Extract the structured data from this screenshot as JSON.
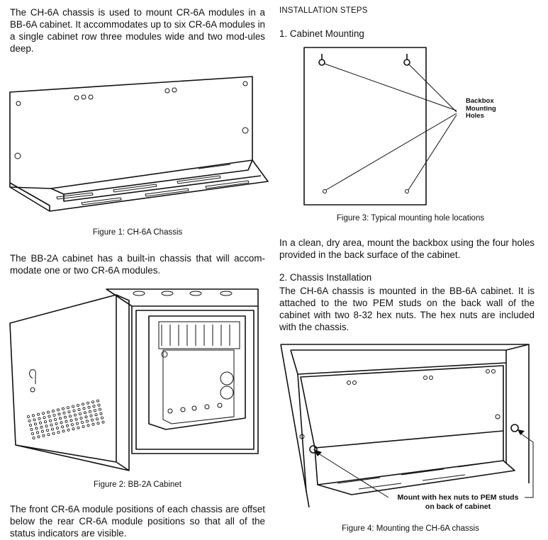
{
  "left": {
    "intro": "The CH-6A chassis is used to mount CR-6A modules in a BB-6A cabinet. It accommodates up to six CR-6A modules in a single cabinet row three modules wide and two mod-ules deep.",
    "figure1_caption": "Figure 1: CH-6A Chassis",
    "bb2a_text": "The BB-2A cabinet has a built-in chassis that will accom-modate one or two CR-6A modules.",
    "figure2_caption": "Figure 2: BB-2A Cabinet",
    "offset_text": "The front CR-6A module positions of each chassis are offset below the rear CR-6A module positions so that all of the status indicators are visible."
  },
  "right": {
    "heading": "INSTALLATION STEPS",
    "step1_title": "1. Cabinet Mounting",
    "figure3_callout": [
      "Backbox",
      "Mounting",
      "Holes"
    ],
    "figure3_caption": "Figure 3: Typical mounting hole locations",
    "step1_text": "In a clean, dry area, mount the backbox using the four holes provided in the back surface of the cabinet.",
    "step2_title": "2. Chassis Installation",
    "step2_text": "The CH-6A chassis is mounted in the BB-6A cabinet. It is attached to the two PEM studs on the back wall of the cabinet with two 8-32 hex nuts.  The hex nuts are included with the chassis.",
    "figure4_callout": [
      "Mount with hex nuts to PEM studs",
      "on back of cabinet"
    ],
    "figure4_caption": "Figure 4: Mounting the CH-6A chassis"
  }
}
